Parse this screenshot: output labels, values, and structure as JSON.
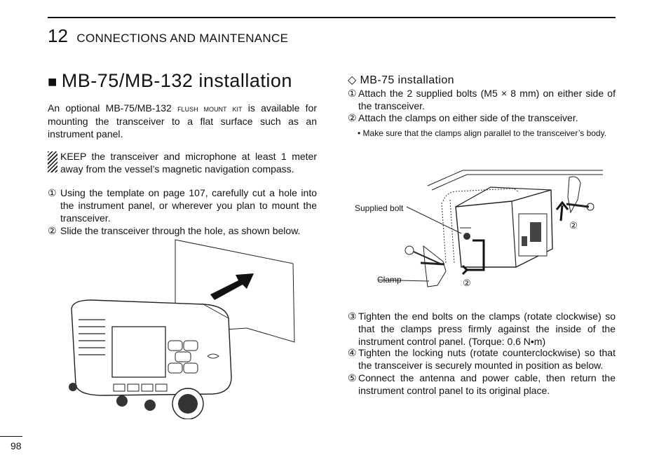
{
  "header": {
    "chapter_number": "12",
    "chapter_title": "CONNECTIONS AND MAINTENANCE"
  },
  "section": {
    "marker": "■",
    "title": "MB-75/MB-132 installation"
  },
  "intro": {
    "before": "An optional MB-75/MB-132 ",
    "smallcaps": "flush mount kit",
    "after": " is available for mounting the transceiver to a flat surface such as an instrument panel."
  },
  "warning": "KEEP the transceiver and microphone at least 1 meter away from the vessel’s magnetic navigation compass.",
  "left_steps": [
    {
      "num": "①",
      "text": "Using the template on page 107, carefully cut a hole into the instrument panel, or wherever you plan to mount the transceiver."
    },
    {
      "num": "②",
      "text": "Slide the transceiver through the hole, as shown below."
    }
  ],
  "mb75": {
    "title": "◇ MB-75 installation",
    "steps_top": [
      {
        "num": "①",
        "text": "Attach the 2 supplied bolts (M5 × 8 mm) on either side of the transceiver."
      },
      {
        "num": "②",
        "text": "Attach the clamps on either side of the transceiver."
      }
    ],
    "note": "• Make sure that the clamps align parallel to the transceiver’s body.",
    "steps_bottom": [
      {
        "num": "③",
        "text": "Tighten the end bolts on the clamps (rotate clockwise) so that the clamps press firmly against the inside of the instrument control panel. (Torque: 0.6 N•m)"
      },
      {
        "num": "④",
        "text": "Tighten the locking nuts (rotate counterclockwise) so that the transceiver is securely mounted in position as below."
      },
      {
        "num": "⑤",
        "text": "Connect the antenna and power cable, then return the instrument control panel to its original place."
      }
    ]
  },
  "figure_labels": {
    "supplied_bolt": "Supplied bolt",
    "clamp": "Clamp",
    "callout_a": "②",
    "callout_b": "②"
  },
  "footer": {
    "page_number": "98"
  }
}
